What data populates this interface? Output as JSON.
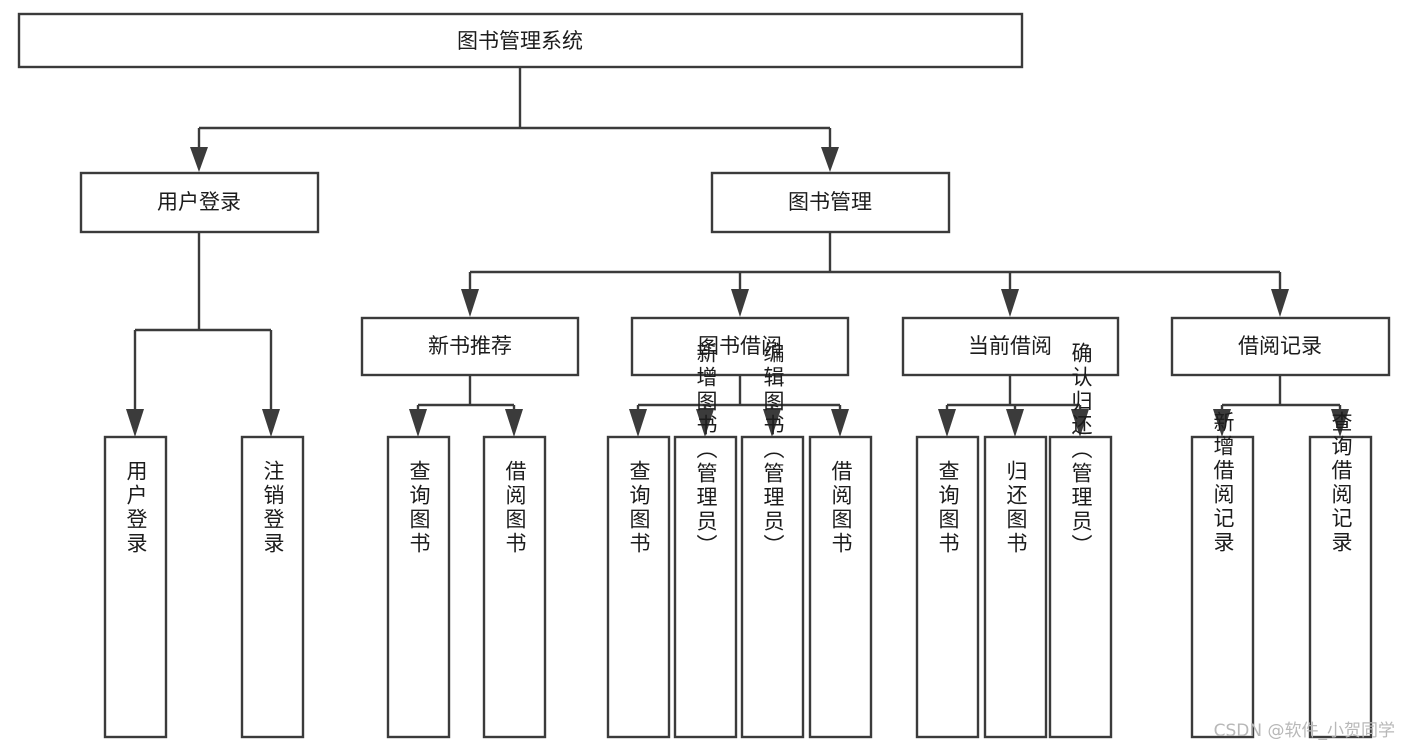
{
  "diagram": {
    "type": "tree-hierarchy-chart",
    "title": "图书管理系统",
    "orientation": "top-down",
    "colors": {
      "box_fill": "#ffffff",
      "box_stroke": "#3b3b3b",
      "text": "#1c1c1c",
      "background": "#ffffff",
      "watermark": "#b8b8b8"
    },
    "levels": {
      "root": {
        "label": "图书管理系统"
      },
      "level2": [
        {
          "label": "用户登录"
        },
        {
          "label": "图书管理"
        }
      ],
      "level3": [
        {
          "label": "新书推荐"
        },
        {
          "label": "图书借阅"
        },
        {
          "label": "当前借阅"
        },
        {
          "label": "借阅记录"
        }
      ],
      "leaves_user_login": [
        {
          "label": "用户登录"
        },
        {
          "label": "注销登录"
        }
      ],
      "leaves_new_book": [
        {
          "label": "查询图书"
        },
        {
          "label": "借阅图书"
        }
      ],
      "leaves_book_borrow": [
        {
          "label": "查询图书"
        },
        {
          "label": "新增图书（管理员）"
        },
        {
          "label": "编辑图书（管理员）"
        },
        {
          "label": "借阅图书"
        }
      ],
      "leaves_current_borrow": [
        {
          "label": "查询图书"
        },
        {
          "label": "归还图书"
        },
        {
          "label": "确认归还（管理员）"
        }
      ],
      "leaves_borrow_record": [
        {
          "label": "新增借阅记录"
        },
        {
          "label": "查询借阅记录"
        }
      ]
    }
  },
  "watermark": {
    "text": "CSDN @软件_小贺同学"
  }
}
